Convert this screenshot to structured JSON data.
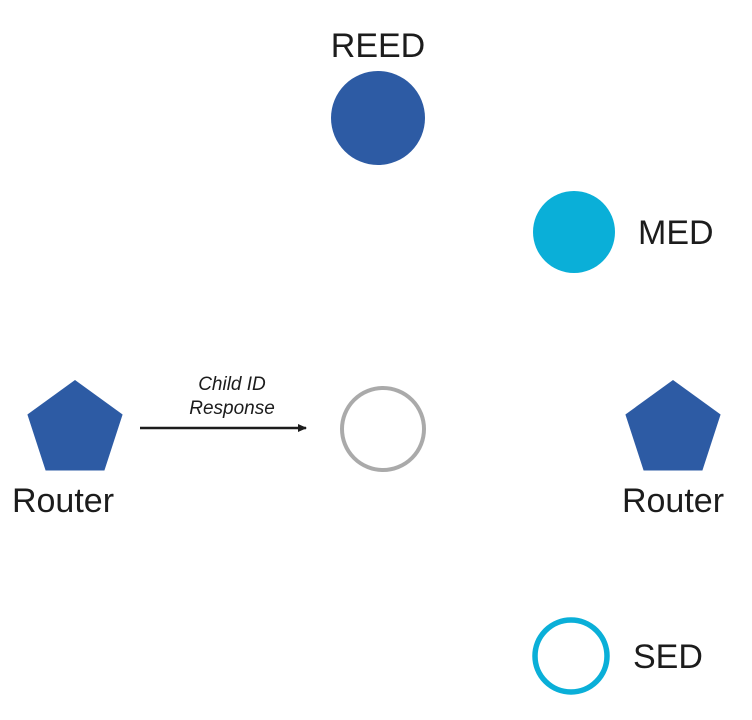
{
  "diagram": {
    "colors": {
      "primary_blue": "#2d5ba4",
      "cyan": "#0aafd8",
      "gray_outline": "#aaaaaa",
      "arrow_black": "#1c1c1c",
      "white": "#ffffff"
    },
    "nodes": {
      "reed": {
        "label": "REED"
      },
      "med": {
        "label": "MED"
      },
      "router_left": {
        "label": "Router"
      },
      "router_right": {
        "label": "Router"
      },
      "sed": {
        "label": "SED"
      },
      "joining_device": {
        "label": ""
      }
    },
    "arrow": {
      "label_line1": "Child ID",
      "label_line2": "Response"
    }
  }
}
